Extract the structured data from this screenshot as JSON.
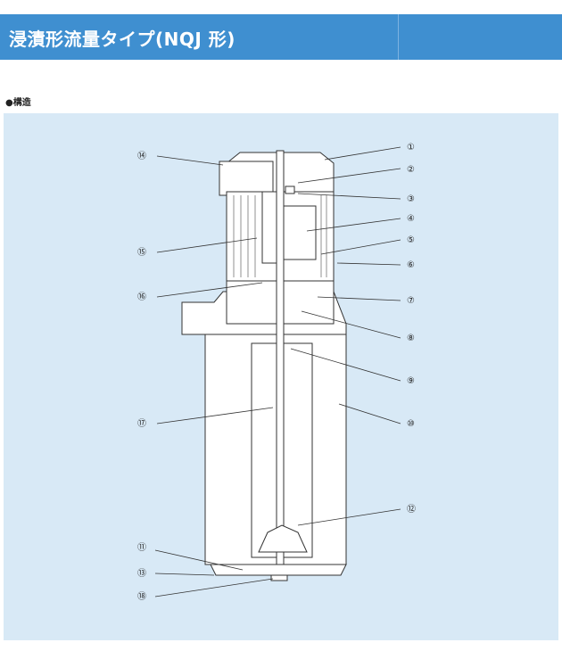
{
  "header": {
    "title": "浸漬形流量タイプ(NQJ 形)"
  },
  "section": {
    "label": "●構造"
  },
  "diagram": {
    "callouts": [
      "①",
      "②",
      "③",
      "④",
      "⑤",
      "⑥",
      "⑦",
      "⑧",
      "⑨",
      "⑩",
      "⑪",
      "⑫",
      "⑬",
      "⑭",
      "⑮",
      "⑯",
      "⑰",
      "⑱"
    ]
  },
  "colors": {
    "banner": "#3f8fd0",
    "panel": "#d8e9f6",
    "line": "#333333"
  }
}
